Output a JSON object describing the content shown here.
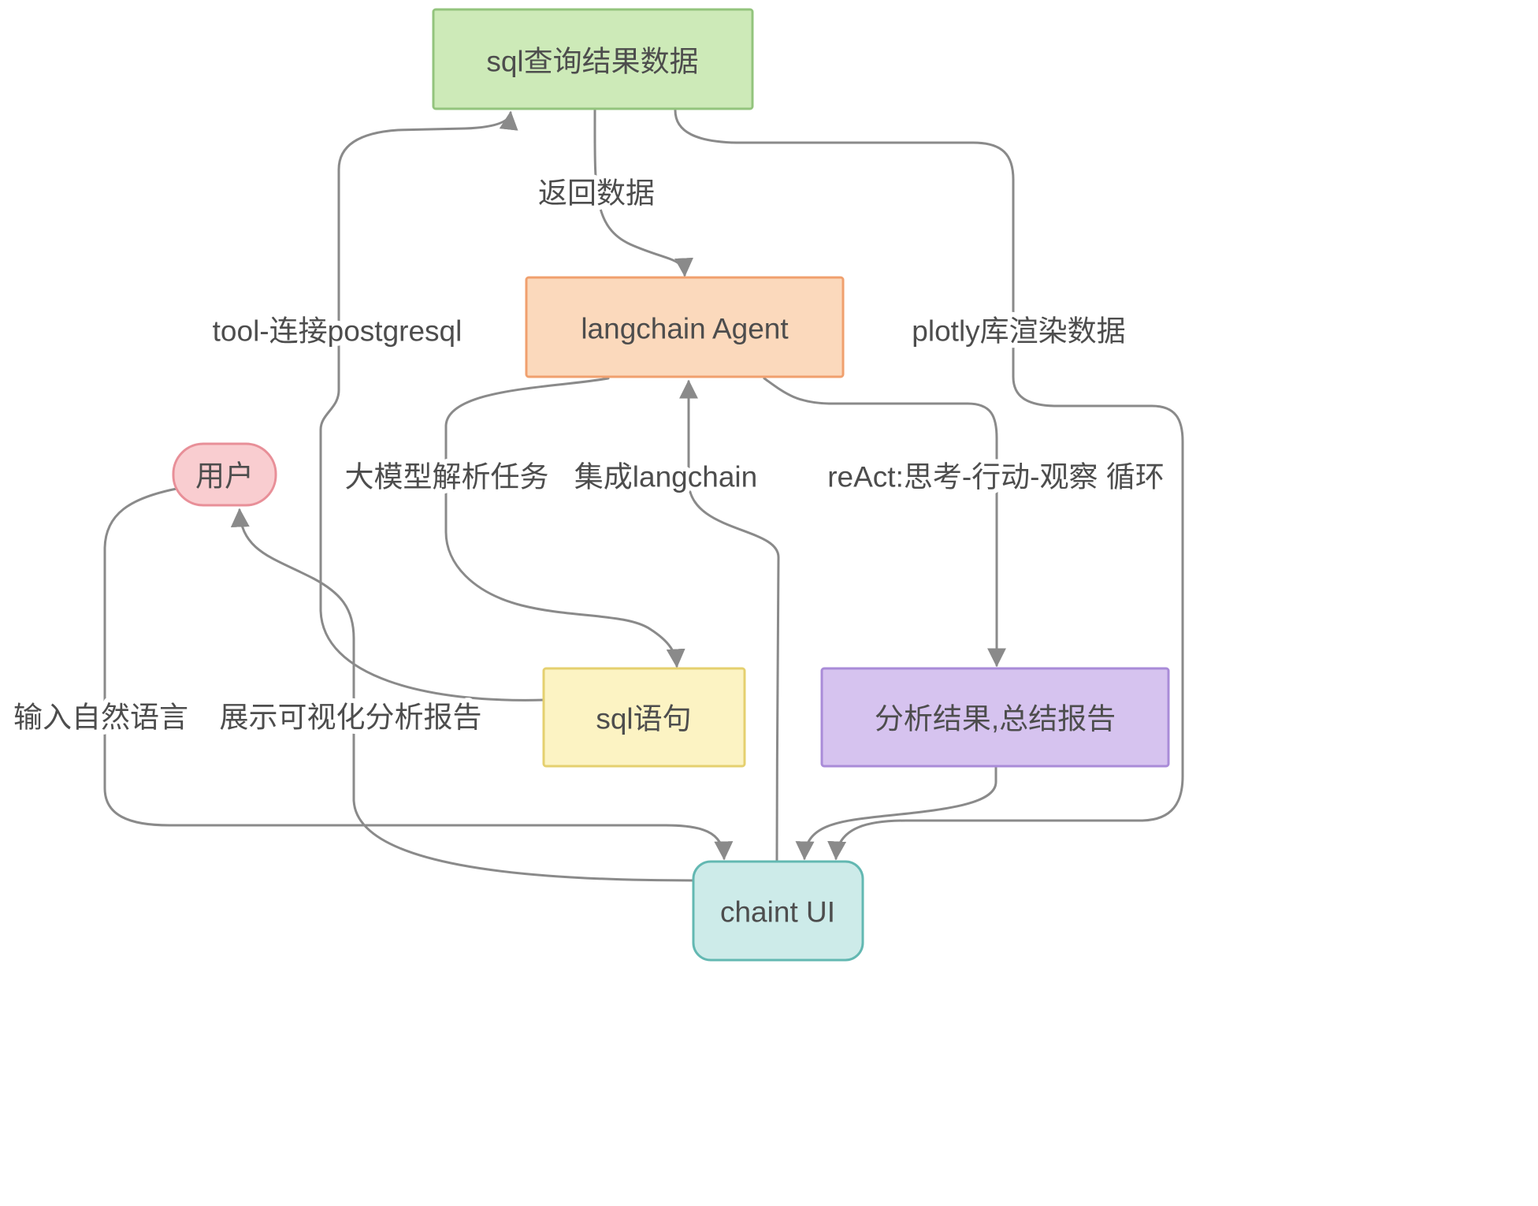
{
  "diagram": {
    "nodes": {
      "sql_result": {
        "label": "sql查询结果数据",
        "fill": "#cdeab8",
        "stroke": "#93c47d"
      },
      "agent": {
        "label": "langchain Agent",
        "fill": "#fbd9bc",
        "stroke": "#f0a06e"
      },
      "user": {
        "label": "用户",
        "fill": "#f9cdd0",
        "stroke": "#e88f98"
      },
      "sql_stmt": {
        "label": "sql语句",
        "fill": "#fcf3c3",
        "stroke": "#e5d06f"
      },
      "analysis": {
        "label": "分析结果,总结报告",
        "fill": "#d6c3ef",
        "stroke": "#a98bd8"
      },
      "chaint_ui": {
        "label": "chaint UI",
        "fill": "#cdebe9",
        "stroke": "#63b8b2"
      }
    },
    "edges": {
      "return_data": {
        "label": "返回数据"
      },
      "tool_postgresql": {
        "label": "tool-连接postgresql"
      },
      "plotly_render": {
        "label": "plotly库渲染数据"
      },
      "llm_parse_task": {
        "label": "大模型解析任务"
      },
      "integrate_langchain": {
        "label": "集成langchain"
      },
      "react_loop": {
        "label": "reAct:思考-行动-观察 循环"
      },
      "input_natural_language": {
        "label": "输入自然语言"
      },
      "show_report": {
        "label": "展示可视化分析报告"
      }
    },
    "colors": {
      "edge": "#8a8a8a",
      "text": "#4d4d4d",
      "background": "#ffffff"
    }
  }
}
